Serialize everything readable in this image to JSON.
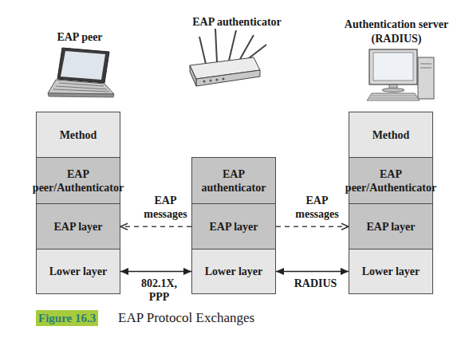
{
  "diagram": {
    "caption": "EAP Protocol Exchanges",
    "nodes": [
      {
        "text": [
          "Method"
        ]
      },
      {
        "text": [
          "EAP peer/Authenticator"
        ]
      },
      {
        "text": [
          "EAP layer"
        ]
      },
      {
        "text": [
          "Lower layer"
        ]
      },
      {
        "text": [
          "EAP authenticator"
        ]
      },
      {
        "text": [
          "EAP layer"
        ]
      },
      {
        "text": [
          "Lower layer"
        ]
      },
      {
        "text": [
          "Method"
        ]
      },
      {
        "text": [
          "EAP peer/Authenticator"
        ]
      },
      {
        "text": [
          "EAP layer"
        ]
      },
      {
        "text": [
          "Lower layer"
        ]
      }
    ],
    "edges": [
      {
        "from": 5,
        "to": 2,
        "arrow": "to",
        "label": "EAP messages"
      },
      {
        "from": 5,
        "to": 9,
        "arrow": "to",
        "label": "EAP messages"
      },
      {
        "from": 3,
        "to": 6,
        "arrow": "both",
        "label": "802.1X, PPP"
      },
      {
        "from": 6,
        "to": 10,
        "arrow": "both",
        "label": "RADIUS"
      }
    ],
    "labels": [
      "EAP peer",
      "EAP authenticator",
      "Authentication server (RADIUS)",
      "Figure 16.3"
    ]
  }
}
